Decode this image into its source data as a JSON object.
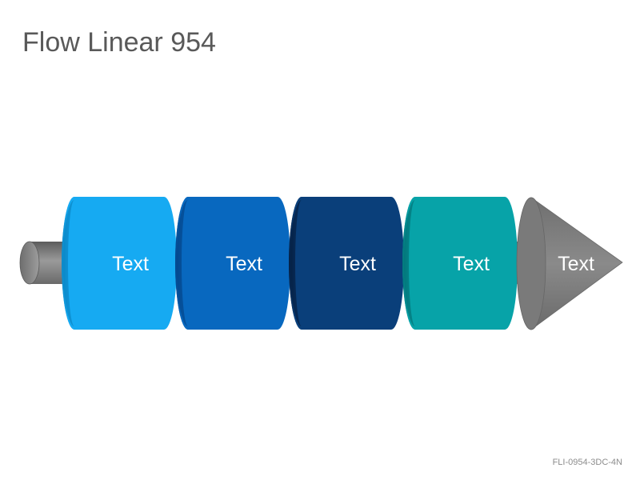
{
  "page": {
    "title": "Flow Linear 954",
    "footer_code": "FLI-0954-3DC-4N"
  },
  "diagram": {
    "rod_color": "#7f7f7f",
    "stages": [
      {
        "label": "Text",
        "color": "#16aaf2",
        "dark": "#0c86c4"
      },
      {
        "label": "Text",
        "color": "#0868bf",
        "dark": "#04468a"
      },
      {
        "label": "Text",
        "color": "#0a3f7a",
        "dark": "#051f42"
      },
      {
        "label": "Text",
        "color": "#07a3a8",
        "dark": "#037478"
      }
    ],
    "arrow": {
      "label": "Text",
      "color": "#808080",
      "dark": "#5e5e5e"
    }
  }
}
